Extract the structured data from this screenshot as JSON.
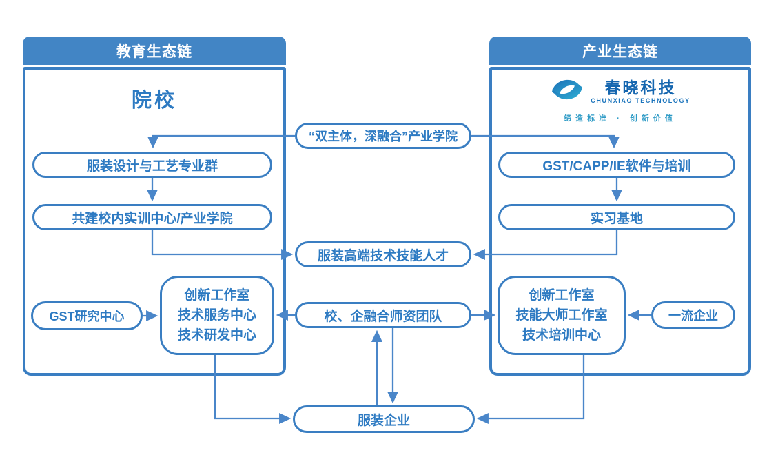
{
  "left_panel": {
    "header": "教育生态链",
    "title": "院校",
    "box_specialty": "服装设计与工艺专业群",
    "box_training_center": "共建校内实训中心/产业学院",
    "box_gst_research": "GST研究中心",
    "box_centers_lines": [
      "创新工作室",
      "技术服务中心",
      "技术研发中心"
    ]
  },
  "right_panel": {
    "header": "产业生态链",
    "logo": {
      "brand_cn": "春晓科技",
      "brand_en": "CHUNXIAO TECHNOLOGY",
      "slogan": "缔造标准 · 创新价值"
    },
    "box_software": "GST/CAPP/IE软件与培训",
    "box_internship": "实习基地",
    "box_centers_lines": [
      "创新工作室",
      "技能大师工作室",
      "技术培训中心"
    ],
    "box_first_class": "一流企业"
  },
  "middle": {
    "industry_college": "“双主体，深融合”产业学院",
    "talent": "服装高端技术技能人才",
    "faculty_team": "校、企融合师资团队",
    "apparel_enterprise": "服装企业"
  },
  "colors": {
    "header_blue": "#4285C5",
    "panel_border_blue": "#3A7EC2",
    "text_blue": "#2D7AC2",
    "arrow_blue": "#4A86C9",
    "logo_dark_blue": "#1566AF",
    "logo_teal": "#2FB3D6"
  }
}
